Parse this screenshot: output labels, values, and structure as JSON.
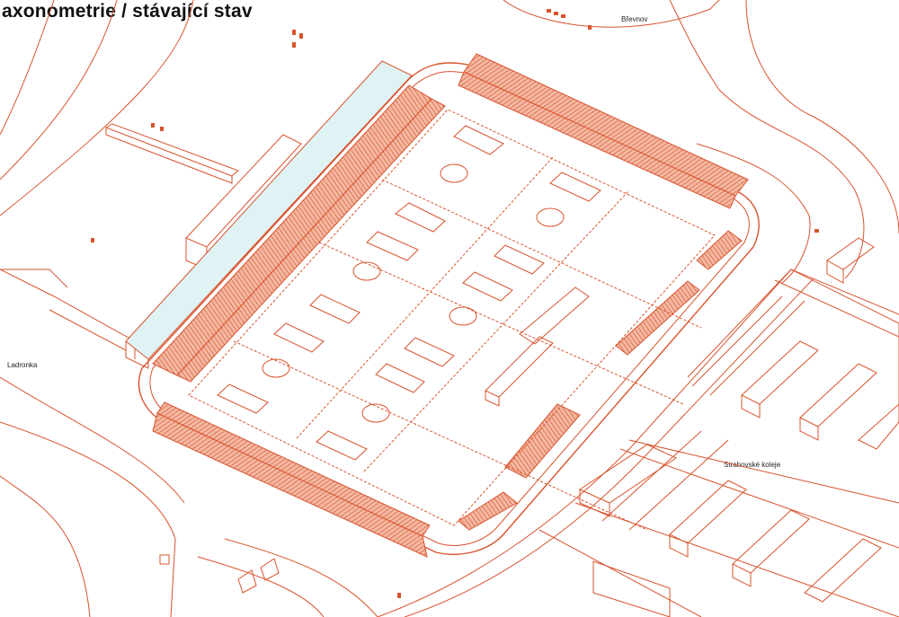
{
  "title": "axonometrie / stávající stav",
  "places": {
    "brevnov": "Břevnov",
    "ladronka": "Ladronka",
    "kolej": "Strahovské koleje"
  },
  "colors": {
    "accent": "#d8532d",
    "line": "#d8532d",
    "glass": "#dff3f4",
    "background": "#ffffff"
  }
}
